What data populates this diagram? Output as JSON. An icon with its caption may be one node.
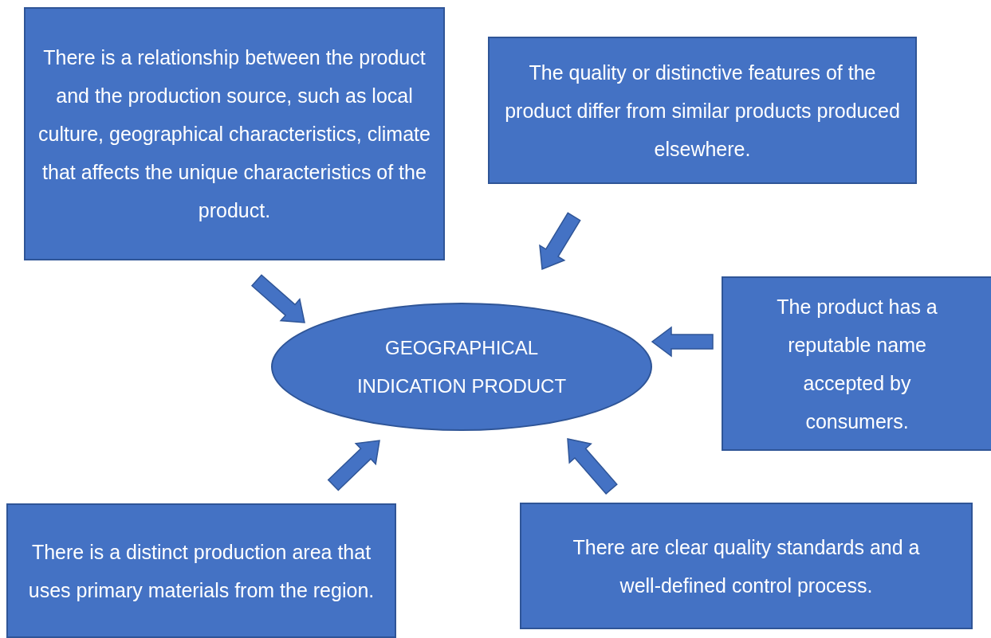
{
  "diagram": {
    "nodes": [
      {
        "text": [
          "GEOGRAPHICAL INDICATION PRODUCT"
        ]
      },
      {
        "text": [
          "There is a relationship between the product and the production source, such as local culture, geographical characteristics, climate that affects the unique characteristics of the product."
        ]
      },
      {
        "text": [
          "The quality or distinctive features of the product differ from similar products produced elsewhere."
        ]
      },
      {
        "text": [
          "The product has a reputable name accepted by consumers."
        ]
      },
      {
        "text": [
          "There is a distinct production area that uses primary materials from the region."
        ]
      },
      {
        "text": [
          "There are clear quality standards and a well-defined control process."
        ]
      }
    ],
    "edges": [
      {
        "from": 1,
        "to": 0,
        "arrow": "to"
      },
      {
        "from": 2,
        "to": 0,
        "arrow": "to"
      },
      {
        "from": 3,
        "to": 0,
        "arrow": "to"
      },
      {
        "from": 4,
        "to": 0,
        "arrow": "to"
      },
      {
        "from": 5,
        "to": 0,
        "arrow": "to"
      }
    ]
  }
}
